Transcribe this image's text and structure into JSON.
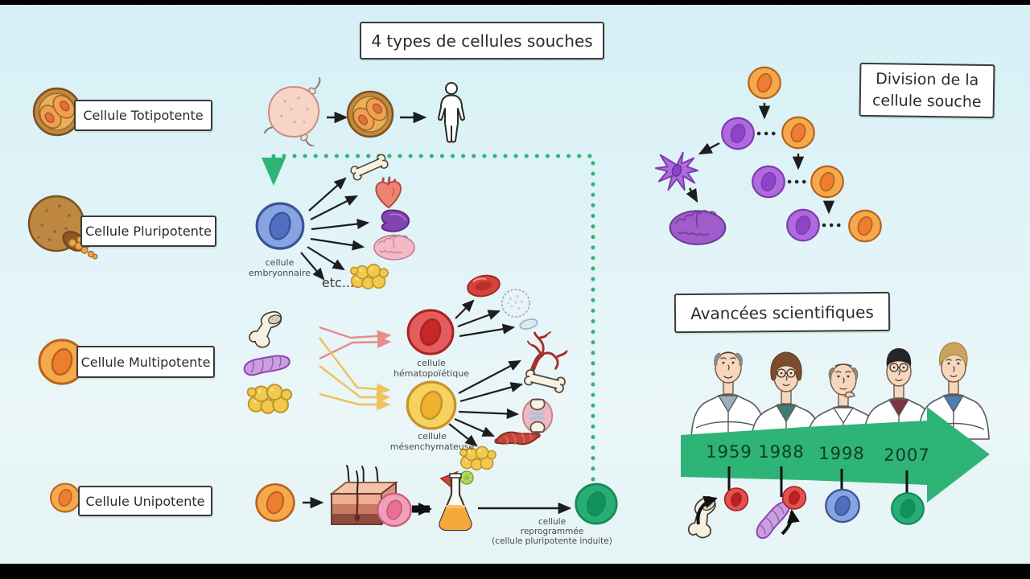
{
  "title": "4 types de cellules souches",
  "rows": [
    {
      "label": "Cellule Totipotente"
    },
    {
      "label": "Cellule Pluripotente"
    },
    {
      "label": "Cellule Multipotente"
    },
    {
      "label": "Cellule Unipotente"
    }
  ],
  "labels": {
    "embryonic": [
      "cellule",
      "embryonnaire"
    ],
    "etc": "etc...",
    "hematopoietic": [
      "cellule",
      "hématopoïétique"
    ],
    "mesenchymal": [
      "cellule",
      "mésenchymateuse"
    ],
    "reprogrammed": [
      "cellule",
      "reprogrammée",
      "(cellule pluripotente induite)"
    ]
  },
  "division": [
    "Division de la",
    "cellule souche"
  ],
  "advances": "Avancées scientifiques",
  "years": [
    "1959",
    "1988",
    "1998",
    "2007"
  ],
  "colors": {
    "accent_green": "#2EB477",
    "cell_orange": "#F6A94C",
    "cell_purple": "#B06AE0",
    "cell_blue": "#86A4E2",
    "cell_red": "#E35D5D",
    "cell_yellow": "#F6D35E",
    "cell_green": "#27AE74",
    "background": "#def3f7"
  }
}
